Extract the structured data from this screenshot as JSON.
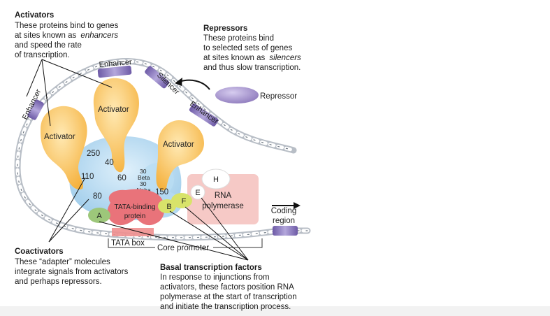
{
  "activators_caption": {
    "heading": "Activators",
    "lines": [
      "These proteins bind to genes",
      "at sites known as",
      "enhancers",
      "and speed the rate",
      "of transcription."
    ]
  },
  "repressors_caption": {
    "heading": "Repressors",
    "lines": [
      "These proteins bind",
      "to selected sets of genes",
      "at sites known as",
      "silencers",
      "and thus slow transcription."
    ]
  },
  "coactivators_caption": {
    "heading": "Coactivators",
    "lines": [
      "These “adapter” molecules",
      "integrate signals from activators",
      "and perhaps repressors."
    ]
  },
  "basal_caption": {
    "heading": "Basal transcription factors",
    "lines": [
      "In response to injunctions from",
      "activators, these factors position RNA",
      "polymerase at the start of transcription",
      "and initiate the transcription process."
    ]
  },
  "labels": {
    "enhancer_left": "Enhancer",
    "enhancer_top": "Enhancer",
    "silencer": "Silencer",
    "enhancer_right": "Enhancer",
    "repressor": "Repressor",
    "activator_1": "Activator",
    "activator_2": "Activator",
    "activator_3": "Activator",
    "taf_250": "250",
    "taf_40": "40",
    "taf_110": "110",
    "taf_60": "60",
    "taf_30_beta": [
      "30",
      "Beta"
    ],
    "taf_30_alpha": [
      "30",
      "Alpha"
    ],
    "taf_150": "150",
    "taf_80": "80",
    "tbp": [
      "TATA-binding",
      "protein"
    ],
    "factor_a": "A",
    "factor_b": "B",
    "factor_f": "F",
    "factor_e": "E",
    "factor_h": "H",
    "rna_pol": [
      "RNA",
      "polymerase"
    ],
    "coding_region": [
      "Coding",
      "region"
    ],
    "tata_box": "TATA box",
    "core_promoter": "Core promoter"
  },
  "colors": {
    "activator": "#f6b84e",
    "activator_light": "#fde3a8",
    "coactivator": "#a9d3ee",
    "tbp": "#e9737a",
    "rna_pol": "#f6c9c6",
    "factor_a": "#9dc77a",
    "factor_bf": "#d8e36a",
    "repressor": "#a08ec8",
    "site_band": "#7d6bb0",
    "dna": "#9aa3ad"
  }
}
